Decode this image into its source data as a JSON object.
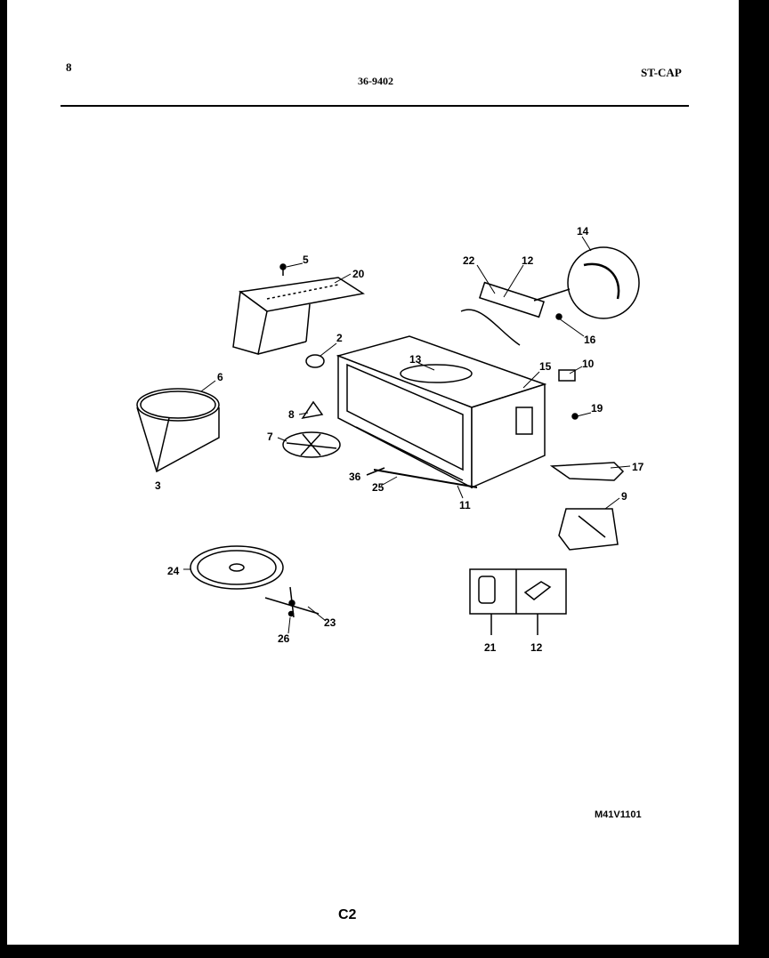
{
  "header": {
    "left": "8",
    "center": "36-9402",
    "right": "ST-CAP"
  },
  "diagram": {
    "callouts": [
      "14",
      "5",
      "20",
      "22",
      "12",
      "2",
      "16",
      "13",
      "15",
      "10",
      "6",
      "19",
      "8",
      "7",
      "17",
      "36",
      "25",
      "11",
      "9",
      "3",
      "24",
      "23",
      "26",
      "21",
      "12"
    ]
  },
  "footer": {
    "model_code": "M41V1101",
    "page_code": "C2"
  },
  "colors": {
    "ink": "#000000",
    "paper": "#ffffff",
    "border": "#000000"
  }
}
